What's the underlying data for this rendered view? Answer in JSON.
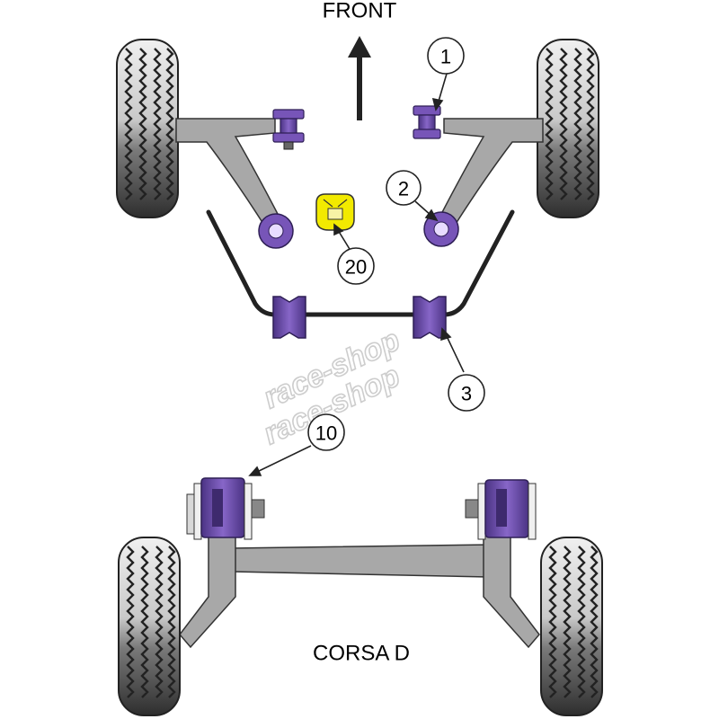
{
  "diagram": {
    "direction_label": "FRONT",
    "model_label": "CORSA D",
    "watermark": "race-shop",
    "callouts": [
      {
        "id": "c1",
        "number": "1"
      },
      {
        "id": "c2",
        "number": "2"
      },
      {
        "id": "c20",
        "number": "20"
      },
      {
        "id": "c3",
        "number": "3"
      },
      {
        "id": "c10",
        "number": "10"
      }
    ]
  },
  "colors": {
    "bush_purple": "#7755b8",
    "bush_dark": "#3e2a6e",
    "gearbox_yellow": "#f2ea00",
    "arm_grey": "#a8a8a8",
    "tyre_dark": "#3f3f3f",
    "tyre_light": "#e9e9e9"
  },
  "icons": {
    "direction_arrow": "arrow-up-icon",
    "wheel": "tyre-icon"
  }
}
